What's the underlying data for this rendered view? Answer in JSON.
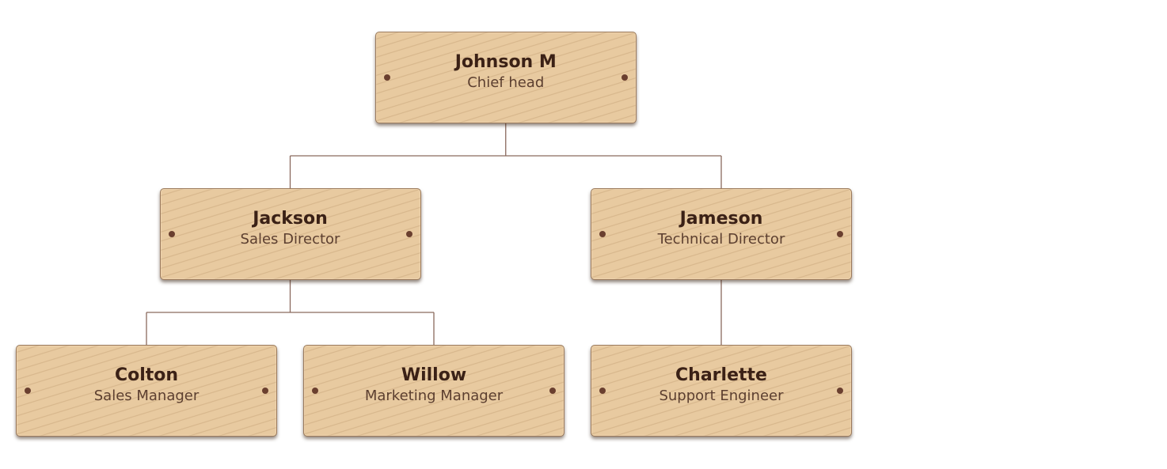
{
  "chart_data": {
    "type": "org-chart",
    "nodes": [
      {
        "id": "n1",
        "name": "Johnson M",
        "role": "Chief head",
        "parent": null
      },
      {
        "id": "n2",
        "name": "Jackson",
        "role": "Sales Director",
        "parent": "n1"
      },
      {
        "id": "n3",
        "name": "Jameson",
        "role": "Technical Director",
        "parent": "n1"
      },
      {
        "id": "n4",
        "name": "Colton",
        "role": "Sales Manager",
        "parent": "n2"
      },
      {
        "id": "n5",
        "name": "Willow",
        "role": "Marketing Manager",
        "parent": "n2"
      },
      {
        "id": "n6",
        "name": "Charlette",
        "role": "Support Engineer",
        "parent": "n3"
      }
    ]
  },
  "colors": {
    "node_fill": "#e8caa0",
    "node_border": "#9b7a5b",
    "connector": "#8a6a5e",
    "name_text": "#3b2116",
    "role_text": "#5c3f30",
    "pin": "#6a3f2f"
  }
}
